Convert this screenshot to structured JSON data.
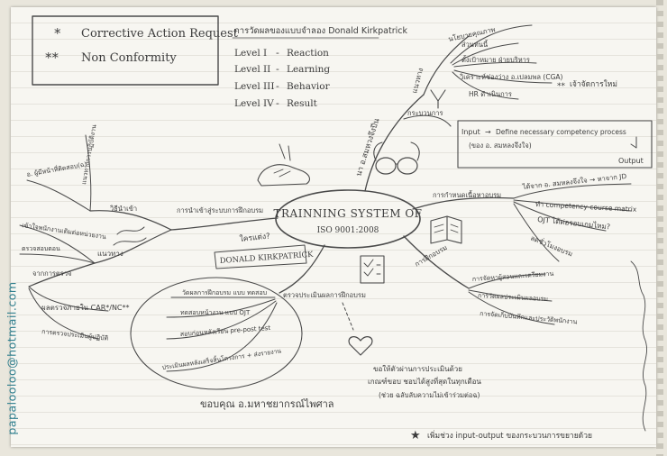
{
  "legend": {
    "star1_symbol": "*",
    "star1_label": "Corrective Action Request",
    "star2_symbol": "**",
    "star2_label": "Non Conformity"
  },
  "kirkpatrick": {
    "title": "การวัดผลของแบบจำลอง Donald Kirkpatrick",
    "levels": [
      {
        "level": "Level I",
        "sep": "-",
        "name": "Reaction"
      },
      {
        "level": "Level II",
        "sep": "-",
        "name": "Learning"
      },
      {
        "level": "Level III",
        "sep": "-",
        "name": "Behavior"
      },
      {
        "level": "Level IV",
        "sep": "-",
        "name": "Result"
      }
    ]
  },
  "center": {
    "line1": "TRAINNING SYSTEM OF",
    "line2": "ISO 9001:2008"
  },
  "who_label": "ใครแต่ง?",
  "donald_label": "DONALD KIRKPATRICK",
  "process_box": {
    "input": "Input",
    "arrow": "→",
    "text": "Define necessary competency process",
    "note": "(ของ อ. สมหลงจึงใจ)",
    "output": "Output"
  },
  "branches": {
    "top": {
      "label": "นา อ.สมหวงจึงปีน",
      "sub_a": "แนวทาง",
      "sub_a_items": [
        "นโยบายคุณภาพ",
        "ส่วนทนนี้",
        "ตั้งเป้าหมาย ฝ่ายบริหาร",
        "วิเคราะห์ช่องว่าง อ.เปลมพล (CGA)",
        "HR ดำเนินการ"
      ],
      "cga_mark": "**",
      "cga_note": "เจ้าจัดการใหม่",
      "sub_b": "กระบวนการ"
    },
    "right_upper": {
      "label": "การกำหนดเนื้อหาอบรม",
      "items": [
        "ได้จาก อ. สมหลงจึงใจ → หาจาก JD",
        "ทำ competency-course matrix",
        "OJT ได้ต่อรอบเกมไหม?",
        "ลดชั่วโมงอบรม"
      ]
    },
    "right_lower": {
      "label": "การฝึกอบรม",
      "items": [
        "การจัดหาผู้สอนและเตรียมงาน",
        "การวัดผลประเมินผลอบรม",
        "การจัดเก็บบันทึกและประวัติพนักงาน"
      ]
    },
    "left_upper": {
      "label": "การนำเข้าสู่ระบบการฝึกอบรม",
      "sub_a": "วิธีนำเข้า",
      "sub_a_items": [
        "อ. ผู้มีหน้าที่ติดสอบ(ฉ)",
        "แนวทางการปฏิบัติงาน"
      ],
      "sub_b": "แนวทาง",
      "sub_b_items": [
        "เข้าใจพนักงานเดิมต่อหน่วยงาน",
        "ตรวจสอบตอน"
      ]
    },
    "left_lower": {
      "label": "จากการตรวจ",
      "items": [
        "ผลตรวจภายใน CAR*/NC**",
        "การตรวจประเมินผู้ปฏิบัติ"
      ]
    },
    "bottom": {
      "label": "ตรวจประเมินผลการฝึกอบรม",
      "items": [
        "วัดผลการฝึกอบรม แบบ ทดสอบ",
        "ทดสอบหน้างาน แบบ OJT",
        "สอบก่อนหลังเรียน pre-post test",
        "ประเมินผลหลังเสร็จสิ้นโครงการ + ส่งรายงาน"
      ],
      "signature": "ขอบคุณ อ.มหาชยากรณ์ไพศาล"
    }
  },
  "note": {
    "line1": "ขอให้ตัวผ่านการประเมินด้วย",
    "line2": "เกณฑ์ขอบ ชอบได้สูงที่สุดในทุกเดือน",
    "line3": "(ช่วย ฉลับลับความไม่เข้าร่วมต่อฉ)"
  },
  "footer": {
    "star": "★",
    "text": "เพิ่มช่วง input-output ของกระบวนการขยายด้วย"
  },
  "side_email": "papalooloo@hotmail.com"
}
